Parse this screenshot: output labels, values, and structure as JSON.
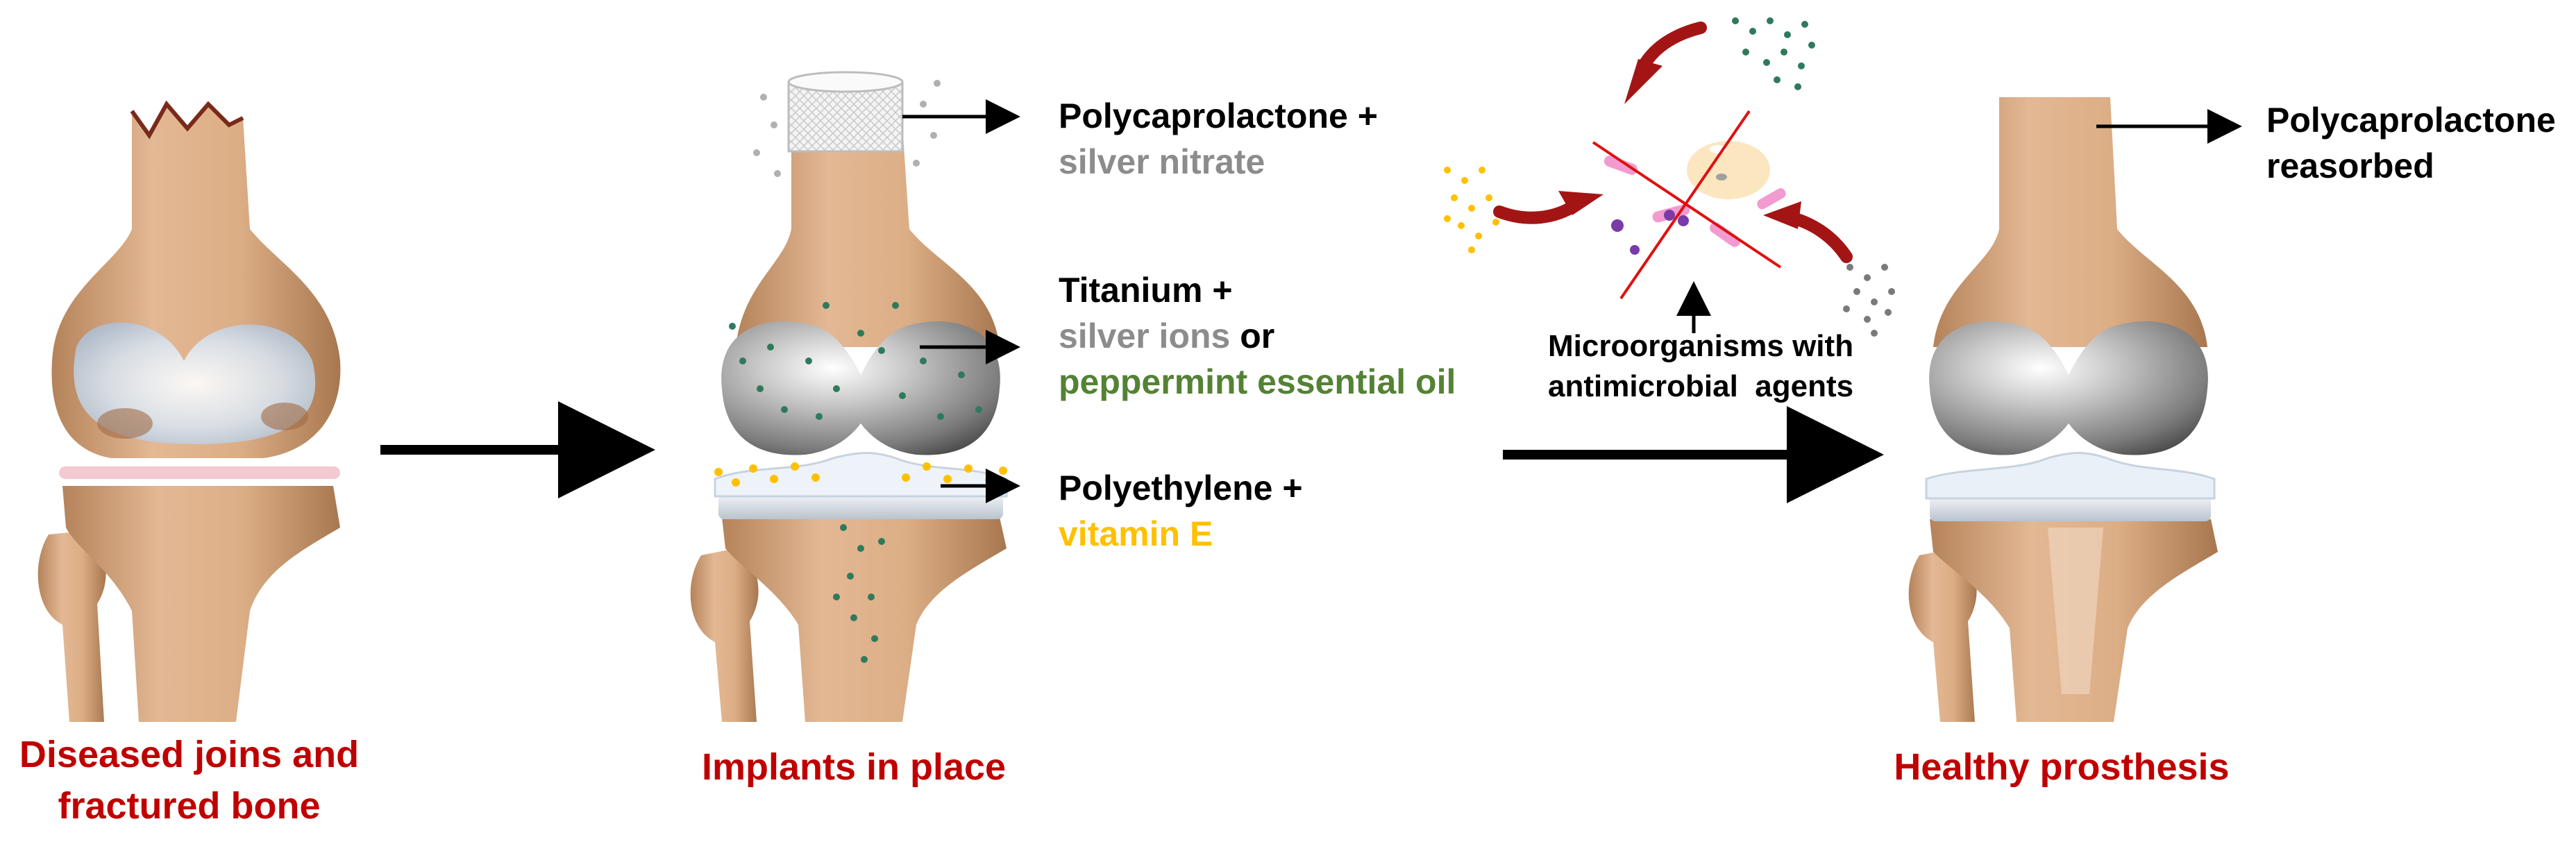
{
  "stage1": {
    "caption_line1": "Diseased joins and",
    "caption_line2": "fractured bone"
  },
  "stage2": {
    "caption": "Implants in place",
    "label_pcl_title": "Polycaprolactone +",
    "label_pcl_agent": "silver nitrate",
    "label_ti_title": "Titanium +",
    "label_ti_agent_a": "silver ions",
    "label_ti_or": " or",
    "label_ti_agent_b": "peppermint essential oil",
    "label_pe_title": "Polyethylene +",
    "label_pe_agent": "vitamin E"
  },
  "microbes": {
    "caption_line1": "Microorganisms with",
    "caption_line2": "antimicrobial  agents"
  },
  "stage3": {
    "caption": "Healthy prosthesis",
    "label_line1": "Polycaprolactone",
    "label_line2": "reasorbed"
  },
  "colors": {
    "caption": "#c00000",
    "silver": "#8c8c8c",
    "oil": "#548235",
    "vitamin": "#ffc000",
    "bone": "#d6a77a",
    "metal": "#8a8a8a",
    "arrow_red": "#a31515"
  }
}
